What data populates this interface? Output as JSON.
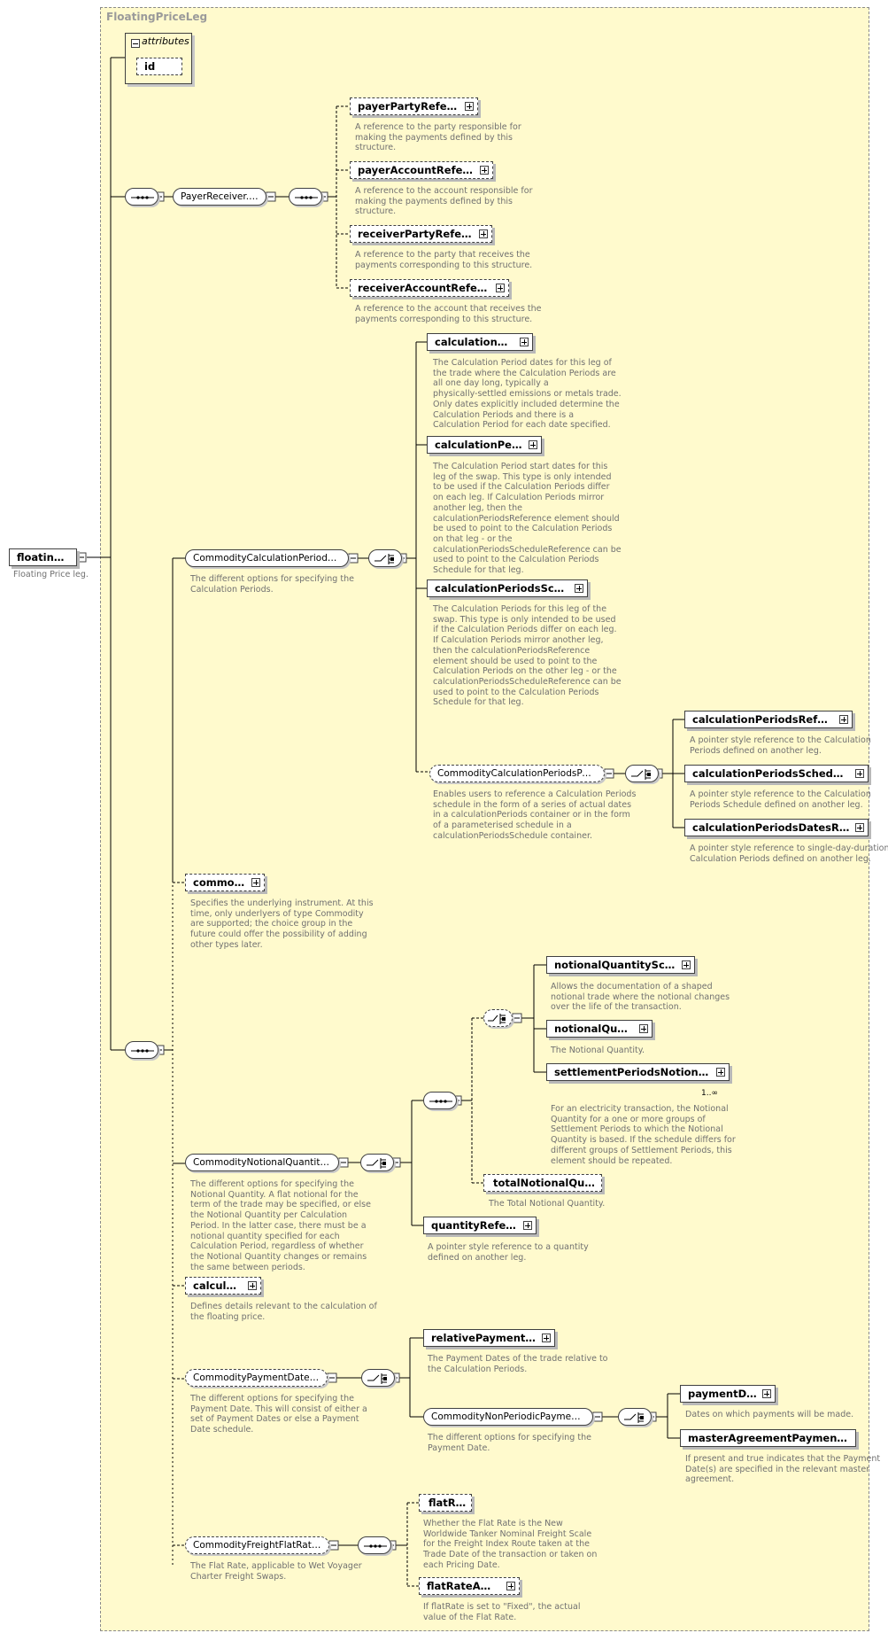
{
  "panel_title": "FloatingPriceLeg",
  "attributes": {
    "label": "attributes",
    "id": "id"
  },
  "root": {
    "name": "floatingLeg",
    "desc": "Floating Price leg."
  },
  "payer_receiver": {
    "model": "PayerReceiver.model",
    "items": [
      {
        "name": "payerPartyReference",
        "desc": "A reference to the party responsible for\nmaking the payments defined by this\nstructure."
      },
      {
        "name": "payerAccountReference",
        "desc": "A reference to the account responsible for\nmaking the payments defined by this\nstructure."
      },
      {
        "name": "receiverPartyReference",
        "desc": "A reference to the party that receives the\npayments corresponding to this structure."
      },
      {
        "name": "receiverAccountReference",
        "desc": "A reference to the account that receives the\npayments corresponding to this structure."
      }
    ]
  },
  "calc_periods": {
    "model": "CommodityCalculationPeriods.model",
    "desc": "The different options for specifying the\nCalculation Periods.",
    "items": [
      {
        "name": "calculationDates",
        "desc": "The Calculation Period dates for this leg of\nthe trade where the Calculation Periods are\nall one day long, typically a\nphysically-settled emissions or metals trade.\nOnly dates explicitly included determine the\nCalculation Periods and there is a\nCalculation Period for each date specified."
      },
      {
        "name": "calculationPeriods",
        "desc": "The Calculation Period start dates for this\nleg of the swap. This type is only intended\nto be used if the Calculation Periods differ\non each leg. If Calculation Periods mirror\nanother leg, then the\ncalculationPeriodsReference element should\nbe used to point to the Calculation Periods\non that leg - or the\ncalculationPeriodsScheduleReference can be\nused to point to the Calculation Periods\nSchedule for that leg."
      },
      {
        "name": "calculationPeriodsSchedule",
        "desc": "The Calculation Periods for this leg of the\nswap. This type is only intended to be used\nif the Calculation Periods differ on each leg.\nIf Calculation Periods mirror another leg,\nthen the calculationPeriodsReference\nelement should be used to point to the\nCalculation Periods on the other leg - or the\ncalculationPeriodsScheduleReference can be\nused to point to the Calculation Periods\nSchedule for that leg."
      }
    ],
    "pointer": {
      "model": "CommodityCalculationPeriodsPointer....",
      "desc": "Enables users to reference a Calculation Periods\nschedule in the form of a series of actual dates\nin a calculationPeriods container or in the form\nof a parameterised schedule in a\ncalculationPeriodsSchedule container.",
      "items": [
        {
          "name": "calculationPeriodsReference",
          "desc": "A pointer style reference to the Calculation\nPeriods defined on another leg."
        },
        {
          "name": "calculationPeriodsScheduleRef...",
          "desc": "A pointer style reference to the Calculation\nPeriods Schedule defined on another leg."
        },
        {
          "name": "calculationPeriodsDatesRefere...",
          "desc": "A pointer style reference to single-day-duration\nCalculation Periods defined on another leg."
        }
      ]
    }
  },
  "commodity": {
    "name": "commodity",
    "desc": "Specifies the underlying instrument. At this\ntime, only underlyers of type Commodity\nare supported; the choice group in the\nfuture could offer the possibility of adding\nother types later."
  },
  "notional": {
    "model": "CommodityNotionalQuantity.model",
    "desc": "The different options for specifying the\nNotional Quantity. A flat notional for the\nterm of the trade may be specified, or else\nthe Notional Quantity per Calculation\nPeriod. In the latter case, there must be a\nnotional quantity specified for each\nCalculation Period, regardless of whether\nthe Notional Quantity changes or remains\nthe same between periods.",
    "items": [
      {
        "name": "notionalQuantitySchedule",
        "desc": "Allows the documentation of a shaped\nnotional trade where the notional changes\nover the life of the transaction."
      },
      {
        "name": "notionalQuantity",
        "desc": "The Notional Quantity."
      },
      {
        "name": "settlementPeriodsNotionalQua...",
        "desc": "For an electricity transaction, the Notional\nQuantity for a one or more groups of\nSettlement Periods to which the Notional\nQuantity is based. If the schedule differs for\ndifferent groups of Settlement Periods, this\nelement should be repeated.",
        "occurs": "1..∞"
      }
    ],
    "total": {
      "name": "totalNotionalQuantity",
      "desc": "The Total Notional Quantity."
    },
    "qref": {
      "name": "quantityReference",
      "desc": "A pointer style reference to a quantity\ndefined on another leg."
    }
  },
  "calculation": {
    "name": "calculation",
    "desc": "Defines details relevant to the calculation of\nthe floating price."
  },
  "payment_dates": {
    "model": "CommodityPaymentDates.model",
    "desc": "The different options for specifying the\nPayment Date. This will consist of either a\nset of Payment Dates or else a Payment\nDate schedule.",
    "relative": {
      "name": "relativePaymentDates",
      "desc": "The Payment Dates of the trade relative to\nthe Calculation Periods."
    },
    "nonperiodic": {
      "model": "CommodityNonPeriodicPaymentDates....",
      "desc": "The different options for specifying the\nPayment Date.",
      "items": [
        {
          "name": "paymentDates",
          "desc": "Dates on which payments will be made."
        },
        {
          "name": "masterAgreementPaymentDates",
          "desc": "If present and true indicates that the Payment\nDate(s) are specified in the relevant master\nagreement."
        }
      ]
    }
  },
  "freight": {
    "model": "CommodityFreightFlatRate.model",
    "desc": "The Flat Rate, applicable to Wet Voyager\nCharter Freight Swaps.",
    "items": [
      {
        "name": "flatRate",
        "desc": "Whether the Flat Rate is the New\nWorldwide Tanker Nominal Freight Scale\nfor the Freight Index Route taken at the\nTrade Date of the transaction or taken on\neach Pricing Date."
      },
      {
        "name": "flatRateAmount",
        "desc": "If flatRate is set to \"Fixed\", the actual\nvalue of the Flat Rate."
      }
    ]
  },
  "icons": {
    "expand": "plus-icon",
    "collapse": "minus-icon",
    "sequence": "sequence-icon",
    "choice": "choice-icon",
    "attribute": "attribute-icon"
  }
}
